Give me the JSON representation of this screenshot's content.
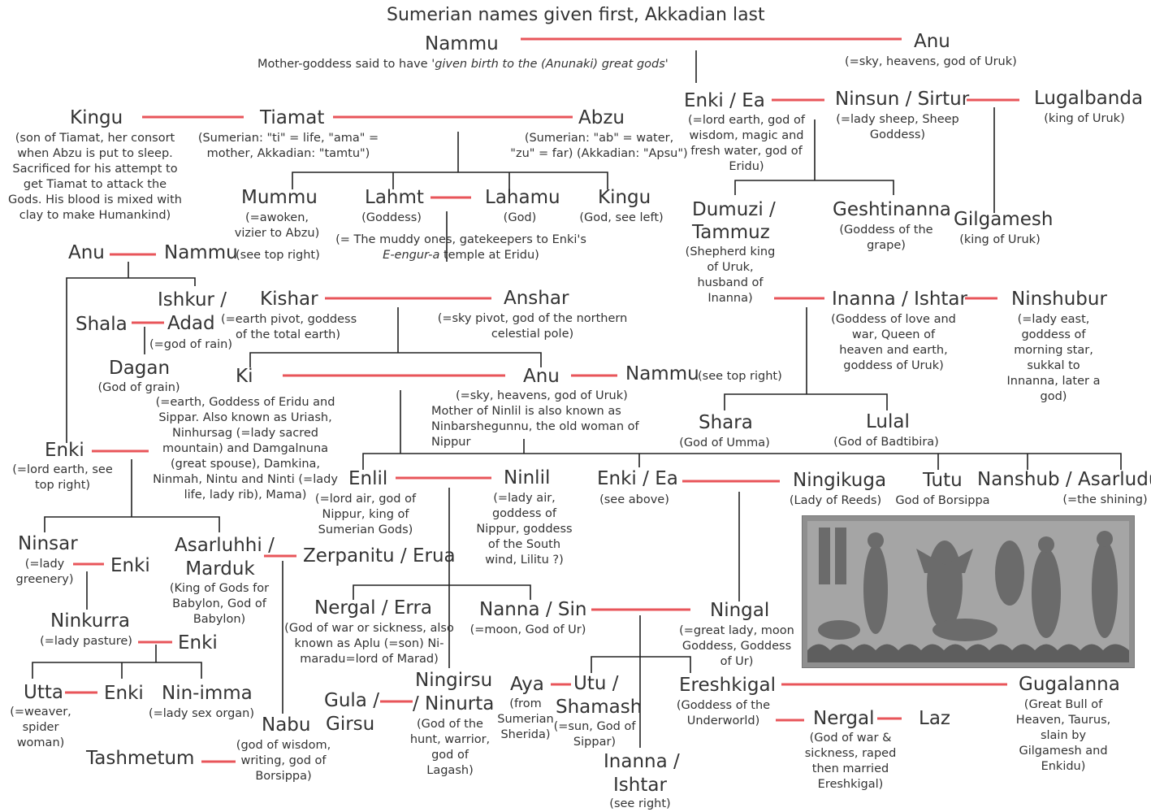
{
  "title": "Sumerian names given first, Akkadian last",
  "colors": {
    "marriage_line": "#e8555a",
    "descent_line": "#222222"
  },
  "nodes": {
    "nammu_top": {
      "name": "Nammu",
      "desc1": "Mother-goddess said to have ",
      "desc2": "'given birth to the (Anunaki) great gods'"
    },
    "anu_top": {
      "name": "Anu",
      "desc": "(=sky, heavens, god of Uruk)"
    },
    "kingu_left": {
      "name": "Kingu",
      "desc": [
        "(son of Tiamat, her consort",
        "when Abzu is put to sleep.",
        "Sacrificed for his attempt to",
        "get Tiamat to attack the",
        "Gods. His blood is mixed with",
        "clay to make Humankind)"
      ]
    },
    "tiamat": {
      "name": "Tiamat",
      "desc": [
        "(Sumerian: \"ti\" = life, \"ama\" =",
        "mother, Akkadian: \"tamtu\")"
      ]
    },
    "abzu": {
      "name": "Abzu",
      "desc": [
        "(Sumerian: \"ab\" = water,",
        "\"zu\" = far)  (Akkadian: \"Apsu\")"
      ]
    },
    "enki_ea_top": {
      "name": "Enki / Ea",
      "desc": [
        "(=lord earth, god of",
        "wisdom, magic and",
        "fresh water, god of",
        "Eridu)"
      ]
    },
    "ninsun": {
      "name": "Ninsun / Sirtur",
      "desc": [
        "(=lady sheep, Sheep",
        "Goddess)"
      ]
    },
    "lugalbanda": {
      "name": "Lugalbanda",
      "desc": "(king of Uruk)"
    },
    "mummu": {
      "name": "Mummu",
      "desc": [
        "(=awoken,",
        "vizier to Abzu)"
      ]
    },
    "lahmt": {
      "name": "Lahmt",
      "desc": "(Goddess)"
    },
    "lahamu": {
      "name": "Lahamu",
      "desc": "(God)"
    },
    "kingu_right": {
      "name": "Kingu",
      "desc": "(God, see left)"
    },
    "lahmu_note": {
      "line1": "(= The muddy ones, gatekeepers to Enki's",
      "line2a": "E-engur-a",
      "line2b": " temple at Eridu)"
    },
    "dumuzi": {
      "name1": "Dumuzi /",
      "name2": "Tammuz",
      "desc": [
        "(Shepherd king",
        "of Uruk,",
        "husband of",
        "Inanna)"
      ]
    },
    "geshtinanna": {
      "name": "Geshtinanna",
      "desc": [
        "(Goddess of the",
        "grape)"
      ]
    },
    "gilgamesh": {
      "name": "Gilgamesh",
      "desc": "(king of Uruk)"
    },
    "anu_mid": {
      "name": "Anu"
    },
    "nammu_mid": {
      "name": "Nammu",
      "desc": "(see top right)"
    },
    "ishkur": {
      "name1": "Ishkur /",
      "name2": "Adad",
      "desc": "(=god of rain)"
    },
    "shala": {
      "name": "Shala"
    },
    "kishar": {
      "name": "Kishar",
      "desc": [
        "(=earth pivot, goddess",
        "of the total earth)"
      ]
    },
    "anshar": {
      "name": "Anshar",
      "desc": [
        "(=sky pivot, god of the northern",
        "celestial pole)"
      ]
    },
    "inanna_top": {
      "name": "Inanna / Ishtar",
      "desc": [
        "(Goddess of love and",
        "war, Queen of",
        "heaven and earth,",
        "goddess of Uruk)"
      ]
    },
    "ninshubur": {
      "name": "Ninshubur",
      "desc": [
        "(=lady east,",
        "goddess of",
        "morning star,",
        "sukkal to",
        "Innanna, later a",
        "god)"
      ]
    },
    "dagan": {
      "name": "Dagan",
      "desc": "(God of grain)"
    },
    "ki": {
      "name": "Ki",
      "desc": [
        "(=earth, Goddess of Eridu and",
        "Sippar. Also known as Uriash,",
        "Ninhursag (=lady sacred",
        "mountain) and Damgalnuna",
        "(great spouse), Damkina,",
        "Ninmah, Nintu and Ninti (=lady",
        "life, lady rib), Mama)"
      ]
    },
    "anu_low": {
      "name": "Anu",
      "desc": [
        "(=sky, heavens, god of Uruk)",
        "Mother of Ninlil is also known as",
        "Ninbarshegunnu, the old woman of",
        "Nippur"
      ]
    },
    "nammu_low": {
      "name": "Nammu",
      "desc": "(see top right)"
    },
    "shara": {
      "name": "Shara",
      "desc": "(God of Umma)"
    },
    "lulal": {
      "name": "Lulal",
      "desc": "(God of Badtibira)"
    },
    "enki_left": {
      "name": "Enki",
      "desc": [
        "(=lord earth, see",
        "top right)"
      ]
    },
    "enlil": {
      "name": "Enlil",
      "desc": [
        "(=lord air, god of",
        "Nippur, king of",
        "Sumerian Gods)"
      ]
    },
    "ninlil": {
      "name": "Ninlil",
      "desc": [
        "(=lady air,",
        "goddess of",
        "Nippur, goddess",
        "of the South",
        "wind, Lilitu ?)"
      ]
    },
    "enki_ea_mid": {
      "name": "Enki / Ea",
      "desc": "(see above)"
    },
    "ningikuga": {
      "name": "Ningikuga",
      "desc": "(Lady of Reeds)"
    },
    "tutu": {
      "name": "Tutu",
      "desc": "God of Borsippa"
    },
    "nanshub": {
      "name": "Nanshub / Asarludu",
      "desc": "(=the shining)"
    },
    "ninsar": {
      "name": "Ninsar",
      "desc": [
        "(=lady",
        "greenery)"
      ]
    },
    "enki_ninsar": {
      "name": "Enki"
    },
    "asarluhhi": {
      "name1": "Asarluhhi /",
      "name2": "Marduk",
      "desc": [
        "(King of Gods for",
        "Babylon, God of",
        "Babylon)"
      ]
    },
    "zerpanitu": {
      "name": "Zerpanitu / Erua"
    },
    "nergal_erra": {
      "name": "Nergal / Erra",
      "desc": [
        "(God of war or sickness, also",
        "known as Aplu (=son) Ni-",
        "maradu=lord of Marad)"
      ]
    },
    "nanna": {
      "name": "Nanna / Sin",
      "desc": "(=moon, God of Ur)"
    },
    "ningal": {
      "name": "Ningal",
      "desc": [
        "(=great lady, moon",
        "Goddess, Goddess",
        "of Ur)"
      ]
    },
    "ninkurra": {
      "name": "Ninkurra",
      "desc": "(=lady pasture)"
    },
    "enki_ninkurra": {
      "name": "Enki"
    },
    "utta": {
      "name": "Utta",
      "desc": [
        "(=weaver,",
        "spider",
        "woman)"
      ]
    },
    "enki_utta": {
      "name": "Enki"
    },
    "ninimma": {
      "name": "Nin-imma",
      "desc": "(=lady sex organ)"
    },
    "nabu": {
      "name": "Nabu",
      "desc": [
        "(god of wisdom,",
        "writing, god of",
        "Borsippa)"
      ]
    },
    "tashmetum": {
      "name": "Tashmetum"
    },
    "gula": {
      "name1": "Gula /",
      "name2": "Girsu"
    },
    "ningirsu": {
      "name1": "Ningirsu",
      "name2": "/ Ninurta",
      "desc": [
        "(God of the",
        "hunt, warrior,",
        "god of",
        "Lagash)"
      ]
    },
    "aya": {
      "name": "Aya",
      "desc": [
        "(from",
        "Sumerian",
        "Sherida)"
      ]
    },
    "utu": {
      "name1": "Utu /",
      "name2": "Shamash",
      "desc": [
        "(=sun, God of",
        "Sippar)"
      ]
    },
    "inanna_low": {
      "name1": "Inanna /",
      "name2": "Ishtar",
      "desc": "(see right)"
    },
    "ereshkigal": {
      "name": "Ereshkigal",
      "desc": [
        "(Goddess of the",
        "Underworld)"
      ]
    },
    "gugalanna": {
      "name": "Gugalanna",
      "desc": [
        "(Great Bull of",
        "Heaven, Taurus,",
        "slain by",
        "Gilgamesh and",
        "Enkidu)"
      ]
    },
    "nergal_low": {
      "name": "Nergal",
      "desc": [
        "(God of war &",
        "sickness, raped",
        "then married",
        "Ereshkigal)"
      ]
    },
    "laz": {
      "name": "Laz"
    }
  }
}
